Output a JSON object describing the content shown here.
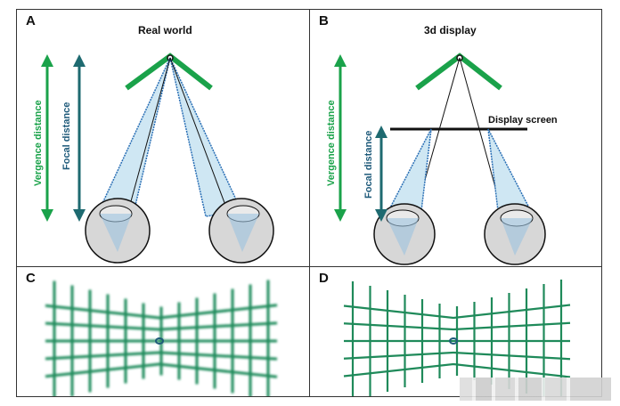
{
  "panels": {
    "a": {
      "label": "A",
      "title": "Real world",
      "vergence": "Vergence distance",
      "focal": "Focal distance"
    },
    "b": {
      "label": "B",
      "title": "3d display",
      "screen": "Display screen",
      "vergence": "Vergence distance",
      "focal": "Focal distance"
    },
    "c": {
      "label": "C"
    },
    "d": {
      "label": "D"
    }
  },
  "colors": {
    "green": "#1aa24a",
    "teal": "#1e5a7a",
    "blue": "#2a6fb5",
    "cone_fill": "#cfe7f3",
    "eye_fill": "#d7d7d7",
    "grid": "#1f8a5a"
  }
}
